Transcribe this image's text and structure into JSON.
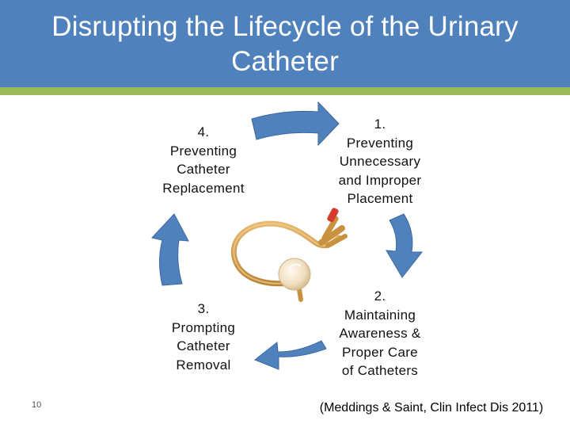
{
  "slide": {
    "title_line1": "Disrupting the Lifecycle of the Urinary",
    "title_line2": "Catheter",
    "slide_number": "10",
    "citation": "(Meddings & Saint, Clin Infect Dis 2011)"
  },
  "steps": [
    {
      "number": "1.",
      "lines": [
        "Preventing",
        "Unnecessary",
        "and Improper",
        "Placement"
      ]
    },
    {
      "number": "2.",
      "lines": [
        "Maintaining",
        "Awareness &",
        "Proper Care",
        "of Catheters"
      ]
    },
    {
      "number": "3.",
      "lines": [
        "Prompting",
        "Catheter",
        "Removal"
      ]
    },
    {
      "number": "4.",
      "lines": [
        "Preventing",
        "Catheter",
        "Replacement"
      ]
    }
  ],
  "colors": {
    "header": "#4f81bd",
    "header_rule": "#9bbb59",
    "arrow": "#4f81bd",
    "catheter": "#d4a052"
  },
  "icons": [
    "curved-arrow-icon",
    "foley-catheter-icon"
  ]
}
